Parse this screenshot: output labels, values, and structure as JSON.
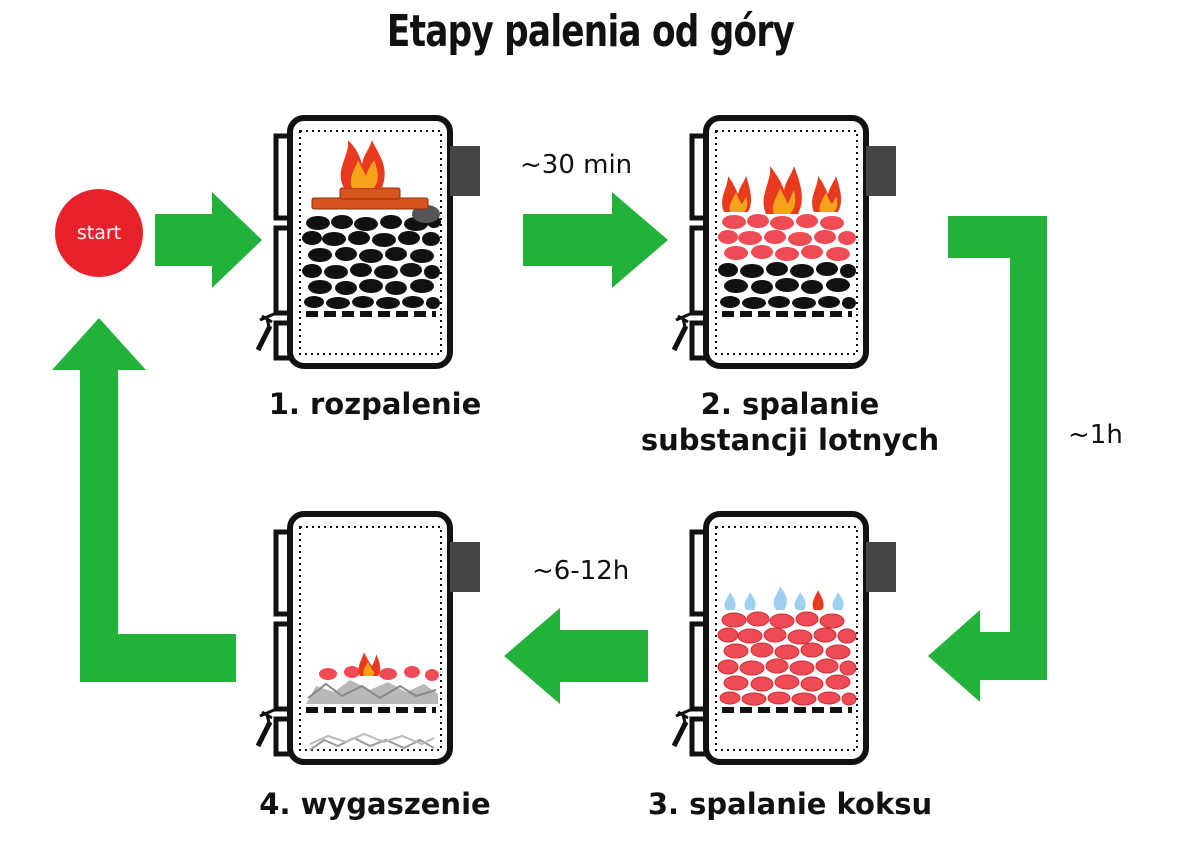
{
  "title": "Etapy palenia od góry",
  "start_label": "start",
  "stages": [
    {
      "label_line1": "1. rozpalenie",
      "label_line2": ""
    },
    {
      "label_line1": "2. spalanie",
      "label_line2": "substancji lotnych"
    },
    {
      "label_line1": "3. spalanie koksu",
      "label_line2": ""
    },
    {
      "label_line1": "4. wygaszenie",
      "label_line2": ""
    }
  ],
  "transitions": {
    "stage1_to_stage2": "~30 min",
    "stage2_to_stage3": "~1h",
    "stage3_to_stage4": "~6-12h"
  },
  "colors": {
    "arrow": "#22b23b",
    "start": "#e8222a",
    "coal": "#111111",
    "ember": "#ee4b55",
    "ash": "#b8b8b8",
    "flame_outer": "#e83a1e",
    "flame_inner": "#f5a31a",
    "blue_flame": "#9fd0f0"
  }
}
